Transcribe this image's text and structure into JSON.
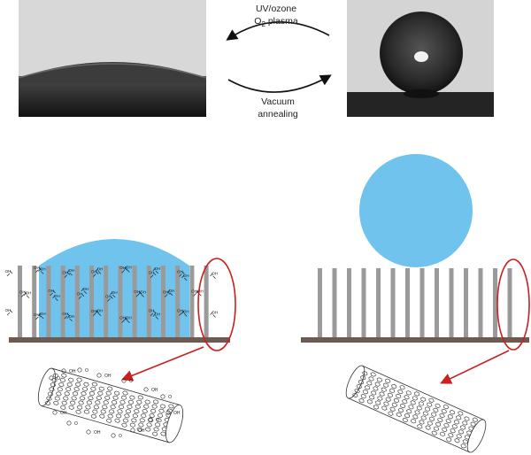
{
  "arrows": {
    "top_line1": "UV/ozone",
    "top_line2_pre": "O",
    "top_line2_sub": "2",
    "top_line2_post": " plasma",
    "bottom_line1": "Vacuum",
    "bottom_line2": "annealing"
  },
  "colors": {
    "water": "#6fc3ec",
    "pillar": "#9a9a9a",
    "substrate": "#6e5a50",
    "highlight": "#cc1f1f",
    "photo_bg_left": "#d8d8d8",
    "photo_bg_right": "#d4d4d4",
    "photo_dark": "#222222",
    "tube_line": "#333333"
  },
  "groups": {
    "carboxyl": "OH",
    "hydroxyl": "O"
  },
  "pillar_count": 14
}
